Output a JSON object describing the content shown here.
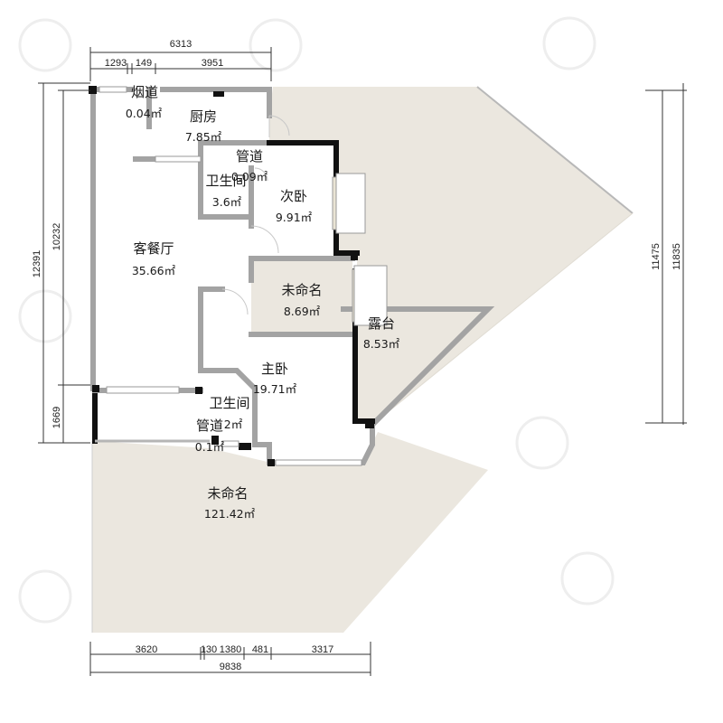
{
  "rooms": {
    "flue": {
      "name": "烟道",
      "area": "0.04㎡"
    },
    "kitchen": {
      "name": "厨房",
      "area": "7.85㎡"
    },
    "pipe_upper": {
      "name": "管道",
      "area": "0.09㎡"
    },
    "bath_upper": {
      "name": "卫生间",
      "area": "3.6㎡"
    },
    "second_bedroom": {
      "name": "次卧",
      "area": "9.91㎡"
    },
    "living_dining": {
      "name": "客餐厅",
      "area": "35.66㎡"
    },
    "unnamed_small": {
      "name": "未命名",
      "area": "8.69㎡"
    },
    "terrace": {
      "name": "露台",
      "area": "8.53㎡"
    },
    "master_bedroom": {
      "name": "主卧",
      "area": "19.71㎡"
    },
    "bath_lower": {
      "name": "卫生间",
      "area": "2㎡"
    },
    "pipe_lower": {
      "name": "管道",
      "area": "0.1㎡"
    },
    "unnamed_large": {
      "name": "未命名",
      "area": "121.42㎡"
    }
  },
  "dimensions": {
    "top_total": "6313",
    "top_seg_1": "1293",
    "top_seg_2": "149",
    "top_seg_3": "3951",
    "left_outer": "12391",
    "left_inner": "10232",
    "left_lower": "1669",
    "right_inner": "11475",
    "right_outer": "11835",
    "bottom_seg_1": "3620",
    "bottom_seg_2": "130",
    "bottom_seg_3": "1380",
    "bottom_seg_4": "481",
    "bottom_seg_5": "3317",
    "bottom_total": "9838"
  },
  "colors": {
    "floor_fill": "#ebe7df",
    "wall_grey": "#a3a3a3",
    "wall_black": "#111111"
  }
}
